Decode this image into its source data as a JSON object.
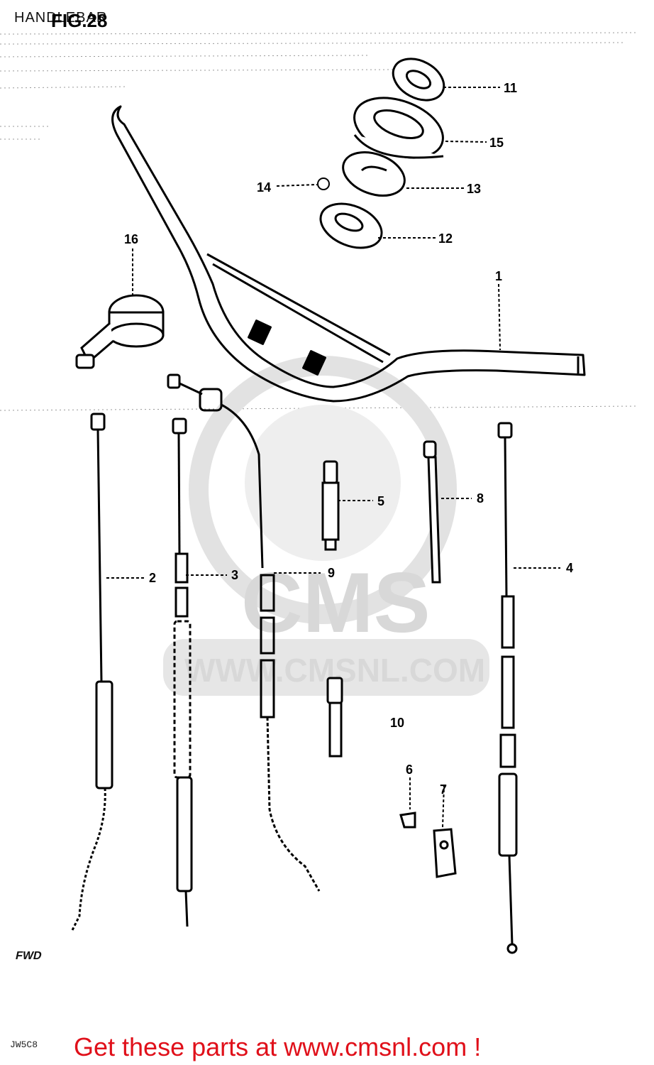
{
  "header": {
    "section_title": "HANDLEBAR",
    "figure_label": "FIG.28"
  },
  "watermark": {
    "brand": "CMS",
    "url": "WWW.CMSNL.COM"
  },
  "callouts": {
    "c1": "1",
    "c2": "2",
    "c3": "3",
    "c4": "4",
    "c5": "5",
    "c6": "6",
    "c7": "7",
    "c8": "8",
    "c9": "9",
    "c10": "10",
    "c11": "11",
    "c12": "12",
    "c13": "13",
    "c14": "14",
    "c15": "15",
    "c16": "16"
  },
  "front_marker": "FWD",
  "drawing_code": "JW5C8",
  "footer": {
    "banner": "Get these parts at www.cmsnl.com !"
  },
  "colors": {
    "line": "#000000",
    "watermark": "#d8d8d8",
    "banner": "#e0101a",
    "background": "#ffffff"
  }
}
